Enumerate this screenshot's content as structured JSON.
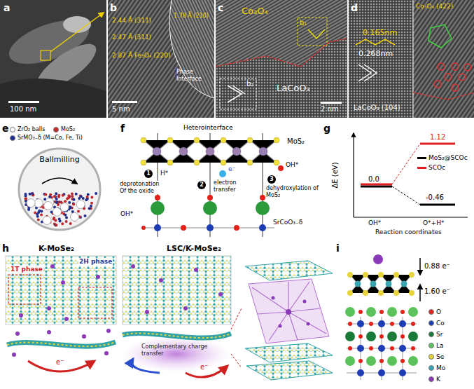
{
  "diagram": {
    "nodes": [
      {
        "text": [
          "Ballmilling"
        ]
      }
    ],
    "labels": [
      "a",
      "100 nm",
      "b",
      "2.44 Å (311)",
      "2.47 Å (311)",
      "2.87 Å Fe₃O₄ (220)",
      "1.78 Å (210)",
      "Phase Interface",
      "5 nm",
      "c",
      "Co₃O₄",
      "b₁",
      "b₂",
      "LaCoO₃",
      "2 nm",
      "d",
      "Co₃O₄ (422)",
      "0.165nm",
      "0.268nm",
      "LaCoO₃ (104)",
      "e",
      "f",
      "Heterointerface",
      "MoS₂",
      "1",
      "H*",
      "deprotonation Of the oxide",
      "2",
      "e⁻",
      "electron transfer",
      "3",
      "OH*",
      "dehydroxylation of MoS₂",
      "OH*",
      "SrCoO₃₋δ",
      "g",
      "ΔE (eV)",
      "1.12",
      "0.0",
      "-0.46",
      "OH*",
      "O*+H*",
      "Reaction coordinates",
      "h",
      "K-MoSe₂",
      "2H phase",
      "1T phase",
      "e⁻",
      "LSC/K-MoSe₂",
      "Complementary charge transfer",
      "e⁻",
      "i",
      "0.88 e⁻",
      "1.60 e⁻"
    ],
    "legend": [
      {
        "text": "ZrO₂ balls",
        "color": "#ffffff"
      },
      {
        "text": "MoS₂",
        "color": "#c0282d"
      },
      {
        "text": "SrMO₃₋δ (M=Co, Fe, Ti)",
        "color": "#1f2f8f"
      },
      {
        "text": "MoS₂@SCOc",
        "color": "#000000"
      },
      {
        "text": "SCOc",
        "color": "#e02020"
      },
      {
        "text": "O",
        "color": "#e32119"
      },
      {
        "text": "Co",
        "color": "#1e3db5"
      },
      {
        "text": "Sr",
        "color": "#1a7a3a"
      },
      {
        "text": "La",
        "color": "#5cc25c"
      },
      {
        "text": "Se",
        "color": "#e6d43a"
      },
      {
        "text": "Mo",
        "color": "#3aa5b0"
      },
      {
        "text": "K",
        "color": "#8a3ab9"
      }
    ]
  }
}
